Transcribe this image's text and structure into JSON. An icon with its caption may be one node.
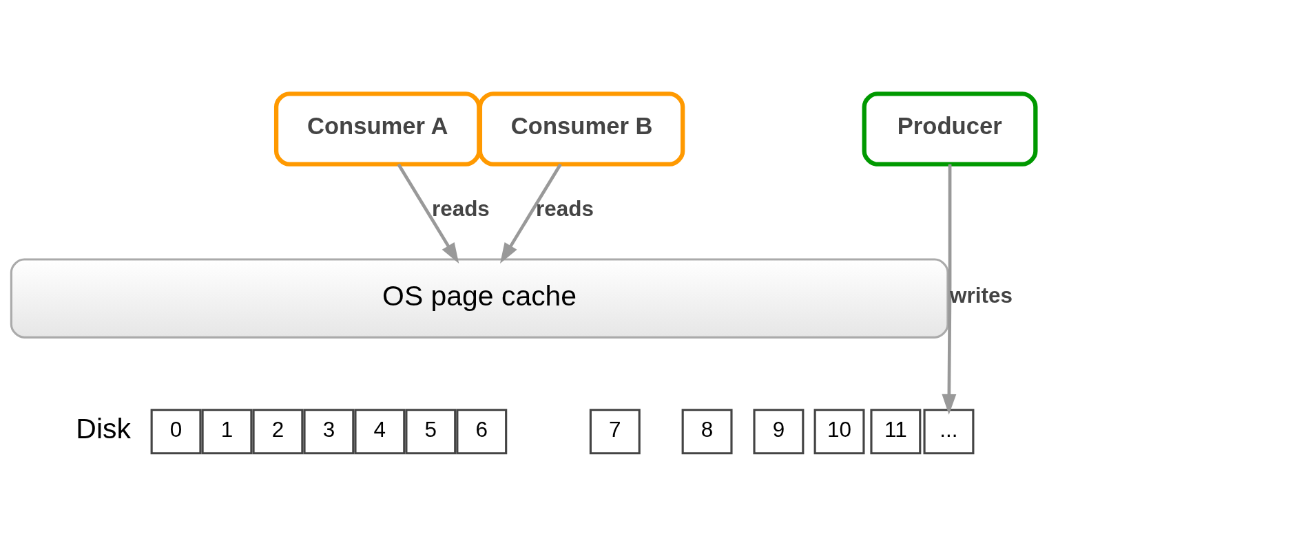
{
  "diagram": {
    "nodes": [
      {
        "text": [
          "Consumer A"
        ]
      },
      {
        "text": [
          "Consumer B"
        ]
      },
      {
        "text": [
          "Producer"
        ]
      },
      {
        "text": [
          "OS page cache"
        ]
      },
      {
        "text": [
          "0"
        ]
      },
      {
        "text": [
          "1"
        ]
      },
      {
        "text": [
          "2"
        ]
      },
      {
        "text": [
          "3"
        ]
      },
      {
        "text": [
          "4"
        ]
      },
      {
        "text": [
          "5"
        ]
      },
      {
        "text": [
          "6"
        ]
      },
      {
        "text": [
          "7"
        ]
      },
      {
        "text": [
          "8"
        ]
      },
      {
        "text": [
          "9"
        ]
      },
      {
        "text": [
          "10"
        ]
      },
      {
        "text": [
          "11"
        ]
      },
      {
        "text": [
          "..."
        ]
      }
    ],
    "edges": [
      {
        "from": 0,
        "to": 3,
        "arrow": "to",
        "label": "reads"
      },
      {
        "from": 1,
        "to": 3,
        "arrow": "to",
        "label": "reads"
      },
      {
        "from": 2,
        "to": 16,
        "arrow": "to",
        "label": "writes"
      }
    ],
    "labels": [
      "Disk"
    ]
  }
}
